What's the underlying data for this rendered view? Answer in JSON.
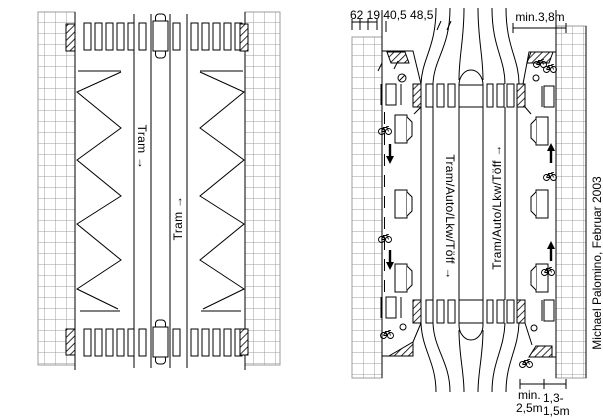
{
  "colors": {
    "line": "#000000",
    "grid": "#9c9c9c",
    "background": "#ffffff"
  },
  "left_diagram": {
    "lanes": [
      {
        "label": "Tram →",
        "direction": "down"
      },
      {
        "label": "Tram →",
        "direction": "up"
      }
    ]
  },
  "right_diagram": {
    "lanes": [
      {
        "label": "Tram/Auto/Lkw/Töff →",
        "direction": "down"
      },
      {
        "label": "Tram/Auto/Lkw/Töff →",
        "direction": "up"
      }
    ],
    "dimensions": {
      "top_left": "62 19 40,5 48,5",
      "top_right": "min.3,8m",
      "bottom_left_line1": "min.",
      "bottom_left_line2": "2,5m",
      "bottom_right_line1": "1,3-",
      "bottom_right_line2": "1,5m"
    },
    "attribution": "Michael Palomino, Februar 2003"
  },
  "icons": {
    "tram-icon": "rounded tram car seen from above",
    "car-icon": "parked car rectangle with windshield trapezoid",
    "bicycle-icon": "two wheels with frame",
    "crosswalk-stripes": "zebra crossing bars",
    "curb-ramp-hatch-icon": "diagonally hatched curb ramp",
    "refuge-hatch-icon": "diagonally hatched refuge edge",
    "no-stopping-zigzag": "zigzag kerb marking",
    "direction-arrow-icon": "solid travel-direction arrow",
    "sign-circle-icon": "small round sign symbol"
  }
}
